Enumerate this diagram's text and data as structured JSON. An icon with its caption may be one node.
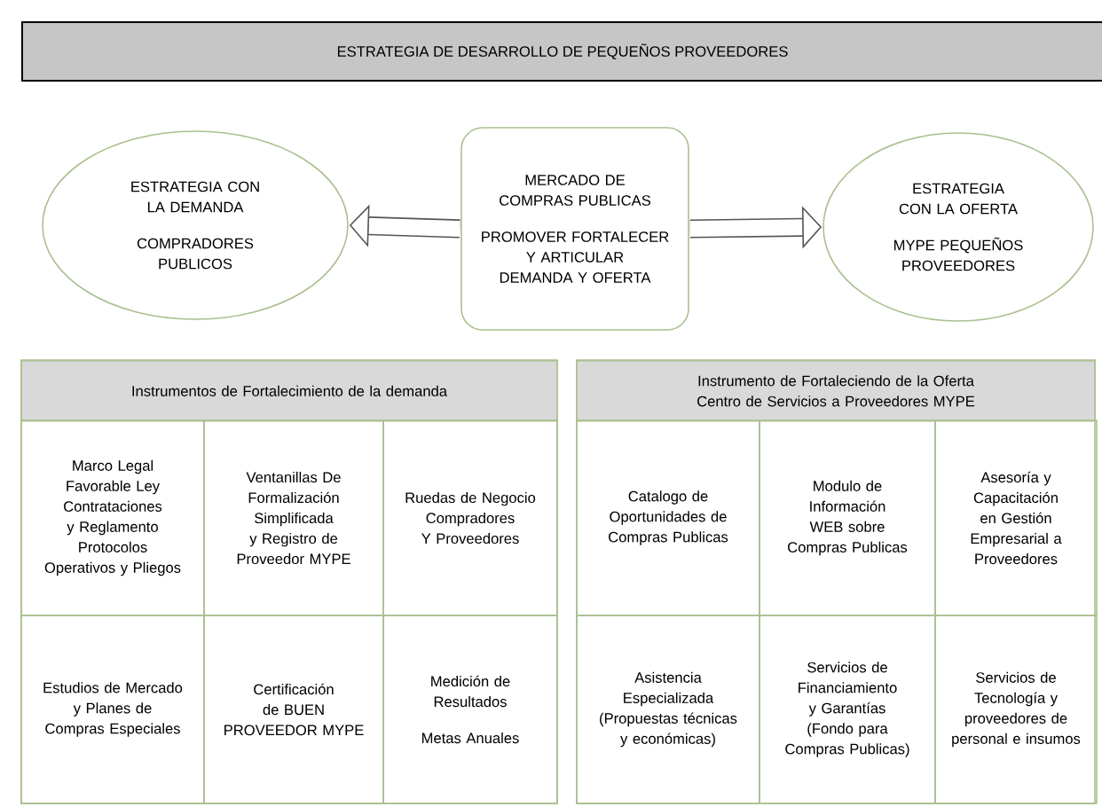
{
  "diagram": {
    "title": "ESTRATEGIA DE DESARROLLO DE PEQUEÑOS PROVEEDORES",
    "nodes": [
      {
        "text": [
          "ESTRATEGIA CON LA DEMANDA",
          "COMPRADORES PUBLICOS"
        ]
      },
      {
        "text": [
          "MERCADO DE COMPRAS PUBLICAS",
          "PROMOVER FORTALECER Y ARTICULAR DEMANDA Y OFERTA"
        ]
      },
      {
        "text": [
          "ESTRATEGIA CON LA OFERTA",
          "MYPE PEQUEÑOS PROVEEDORES"
        ]
      },
      {
        "text": [
          "Instrumentos de Fortalecimiento de la demanda"
        ]
      },
      {
        "text": [
          "Marco Legal Favorable Ley Contrataciones y Reglamento Protocolos Operativos y Pliegos"
        ],
        "in": 3
      },
      {
        "text": [
          "Ventanillas De Formalización Simplificada y Registro de Proveedor MYPE"
        ],
        "in": 3
      },
      {
        "text": [
          "Ruedas de Negocio Compradores Y Proveedores"
        ],
        "in": 3
      },
      {
        "text": [
          "Estudios de Mercado y Planes de Compras Especiales"
        ],
        "in": 3
      },
      {
        "text": [
          "Certificación de BUEN PROVEEDOR MYPE"
        ],
        "in": 3
      },
      {
        "text": [
          "Medición de Resultados",
          "Metas Anuales"
        ],
        "in": 3
      },
      {
        "text": [
          "Instrumento de Fortaleciendo de la Oferta Centro de Servicios a Proveedores MYPE"
        ]
      },
      {
        "text": [
          "Catalogo de Oportunidades de Compras Publicas"
        ],
        "in": 10
      },
      {
        "text": [
          "Modulo de Información WEB sobre Compras Publicas"
        ],
        "in": 10
      },
      {
        "text": [
          "Asesoría y Capacitación en Gestión Empresarial a Proveedores"
        ],
        "in": 10
      },
      {
        "text": [
          "Asistencia Especializada (Propuestas técnicas y económicas)"
        ],
        "in": 10
      },
      {
        "text": [
          "Servicios de Financiamiento y Garantías (Fondo para Compras Publicas)"
        ],
        "in": 10
      },
      {
        "text": [
          "Servicios de Tecnología y proveedores de personal e insumos"
        ],
        "in": 10
      }
    ],
    "edges": [
      {
        "from": 1,
        "to": 0,
        "arrow": "to"
      },
      {
        "from": 1,
        "to": 2,
        "arrow": "to"
      }
    ]
  }
}
